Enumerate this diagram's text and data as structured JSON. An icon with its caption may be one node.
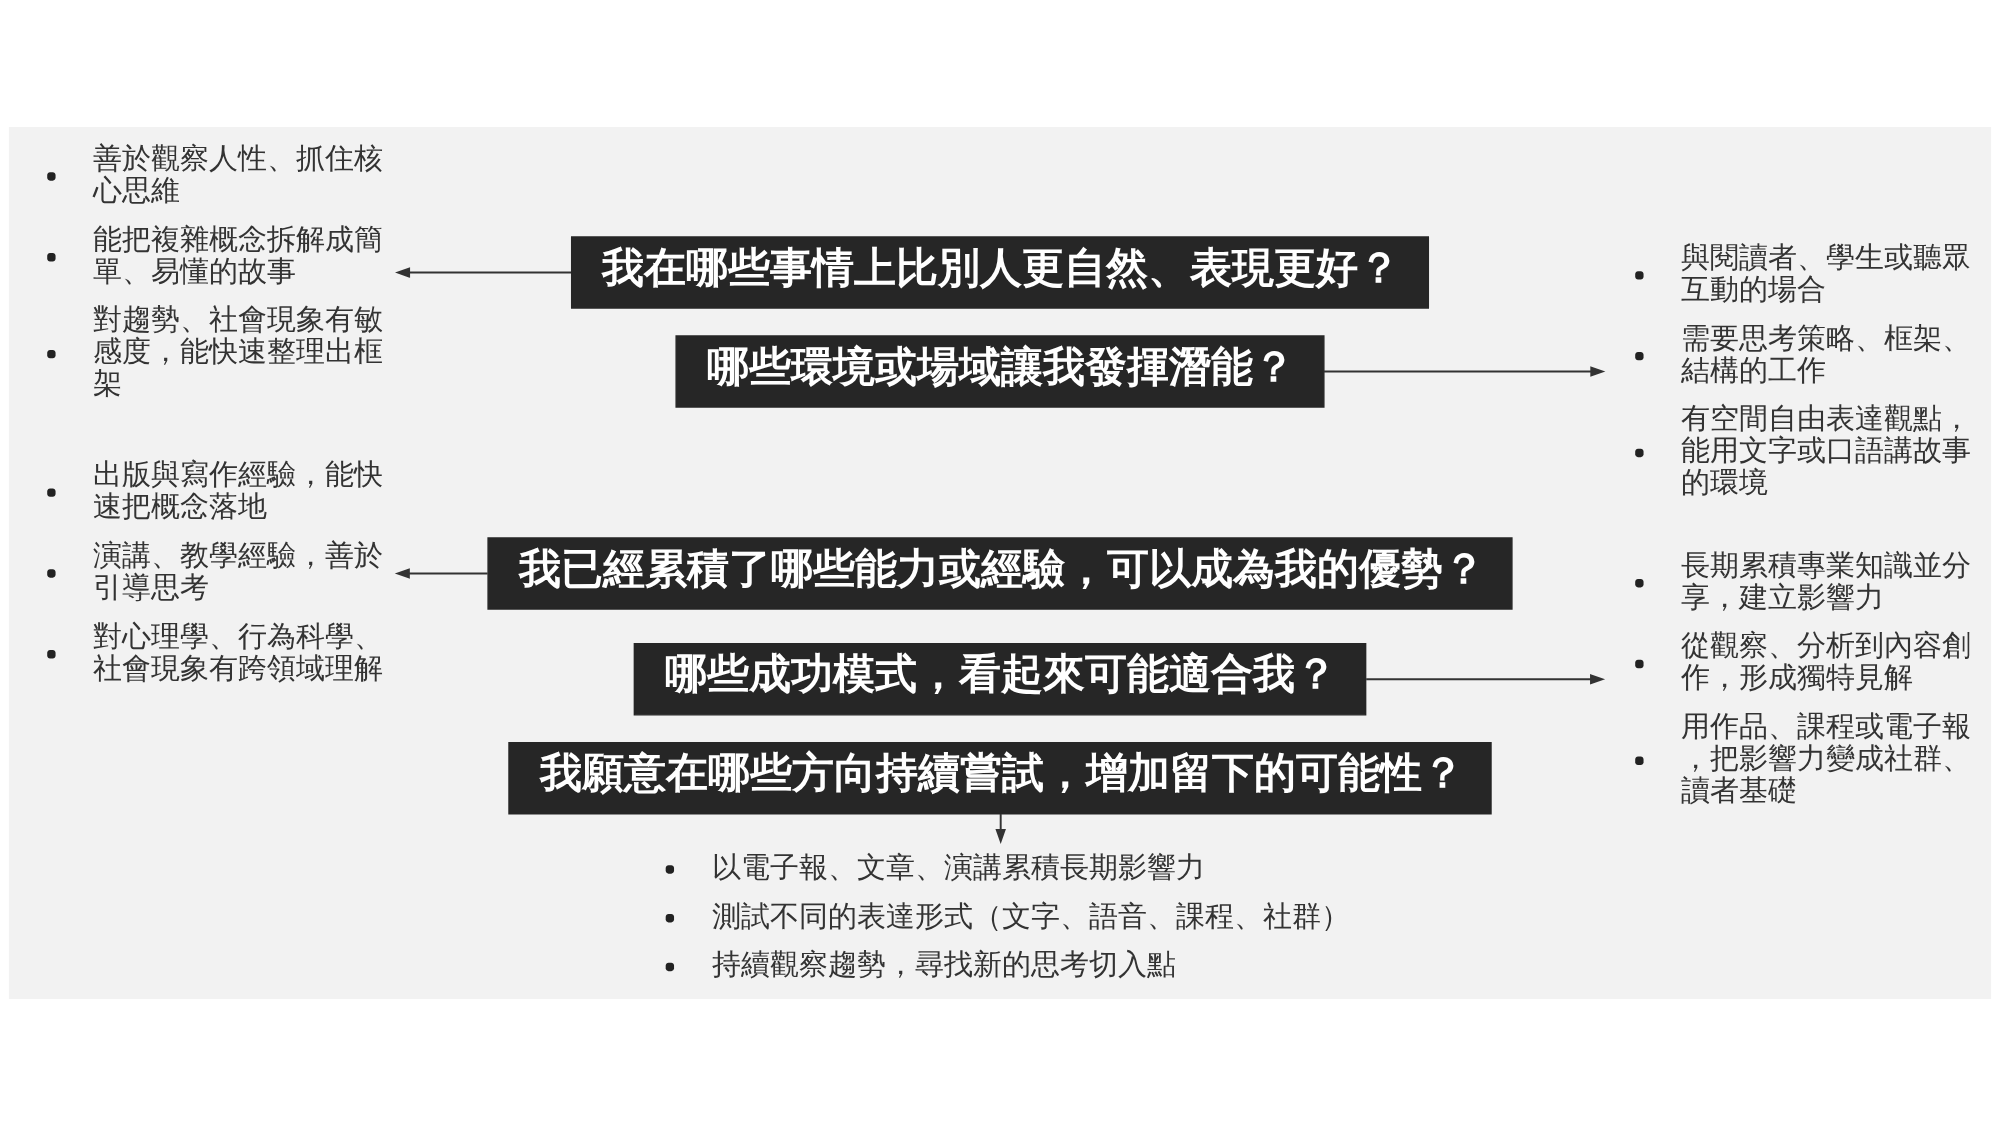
{
  "diagram": {
    "nodes": [
      {
        "text": [
          "善於觀察人性、抓住核心思維",
          "能把複雜概念拆解成簡單、易懂的故事",
          "對趨勢、社會現象有敏感度，能快速整理出框架"
        ]
      },
      {
        "text": [
          "我在哪些事情上比別人更自然、表現更好？"
        ]
      },
      {
        "text": [
          "與閱讀者、學生或聽眾互動的場合",
          "需要思考策略、框架、結構的工作",
          "有空間自由表達觀點，能用文字或口語講故事的環境"
        ]
      },
      {
        "text": [
          "哪些環境或場域讓我發揮潛能？"
        ]
      },
      {
        "text": [
          "我已經累積了哪些能力或經驗，可以成為我的優勢？"
        ]
      },
      {
        "text": [
          "哪些成功模式，看起來可能適合我？"
        ]
      },
      {
        "text": [
          "出版與寫作經驗，能快速把概念落地",
          "演講、教學經驗，善於引導思考",
          "對心理學、行為科學、社會現象有跨領域理解"
        ]
      },
      {
        "text": [
          "我願意在哪些方向持續嘗試，增加留下的可能性？"
        ]
      },
      {
        "text": [
          "長期累積專業知識並分享，建立影響力",
          "從觀察、分析到內容創作，形成獨特見解",
          "用作品、課程或電子報，把影響力變成社群、讀者基礎"
        ]
      },
      {
        "text": [
          "以電子報、文章、演講累積長期影響力",
          "測試不同的表達形式（文字、語音、課程、社群）",
          "持續觀察趨勢，尋找新的思考切入點"
        ]
      }
    ],
    "edges": [
      {
        "from": 1,
        "to": 0,
        "arrow": "to"
      },
      {
        "from": 3,
        "to": 2,
        "arrow": "to"
      },
      {
        "from": 4,
        "to": 6,
        "arrow": "to"
      },
      {
        "from": 5,
        "to": 8,
        "arrow": "to"
      },
      {
        "from": 7,
        "to": 9,
        "arrow": "to"
      }
    ]
  }
}
